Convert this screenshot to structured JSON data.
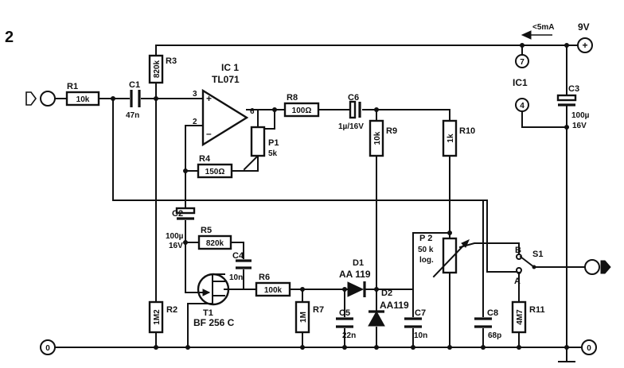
{
  "figure_number": "2",
  "supply": {
    "voltage": "9V",
    "current": "<5mA",
    "plus": "+"
  },
  "ground_symbol": "0",
  "ic": {
    "name": "IC 1",
    "type": "TL071",
    "pin_plus": "3",
    "pin_minus": "2",
    "pin_out": "6",
    "pin_v_plus": "7",
    "pin_v_minus": "4",
    "supply_label": "IC1",
    "sign_plus": "+",
    "sign_minus": "–"
  },
  "components": {
    "R1": {
      "ref": "R1",
      "value": "10k"
    },
    "C1": {
      "ref": "C1",
      "value": "47n"
    },
    "R3": {
      "ref": "R3",
      "value": "820k"
    },
    "R2": {
      "ref": "R2",
      "value": "1M2"
    },
    "R4": {
      "ref": "R4",
      "value": "150Ω"
    },
    "P1": {
      "ref": "P1",
      "value": "5k"
    },
    "R8": {
      "ref": "R8",
      "value": "100Ω"
    },
    "C6": {
      "ref": "C6",
      "value": "1µ/16V"
    },
    "R9": {
      "ref": "R9",
      "value": "10k"
    },
    "R10": {
      "ref": "R10",
      "value": "1k"
    },
    "C3": {
      "ref": "C3",
      "value1": "100µ",
      "value2": "16V"
    },
    "C2": {
      "ref": "C2",
      "value1": "100µ",
      "value2": "16V"
    },
    "R5": {
      "ref": "R5",
      "value": "820k"
    },
    "C4": {
      "ref": "C4",
      "value": "10n"
    },
    "R6": {
      "ref": "R6",
      "value": "100k"
    },
    "T1": {
      "ref": "T1",
      "value": "BF 256 C"
    },
    "R7": {
      "ref": "R7",
      "value": "1M"
    },
    "C5": {
      "ref": "C5",
      "value": "22n"
    },
    "D1": {
      "ref": "D1",
      "value": "AA 119"
    },
    "D2": {
      "ref": "D2",
      "value": "AA119"
    },
    "C7": {
      "ref": "C7",
      "value": "10n"
    },
    "P2": {
      "ref": "P 2",
      "value1": "50 k",
      "value2": "log."
    },
    "C8": {
      "ref": "C8",
      "value": "68p"
    },
    "R11": {
      "ref": "R11",
      "value": "4M7"
    },
    "S1": {
      "ref": "S1",
      "pos_a": "A",
      "pos_b": "B"
    }
  }
}
